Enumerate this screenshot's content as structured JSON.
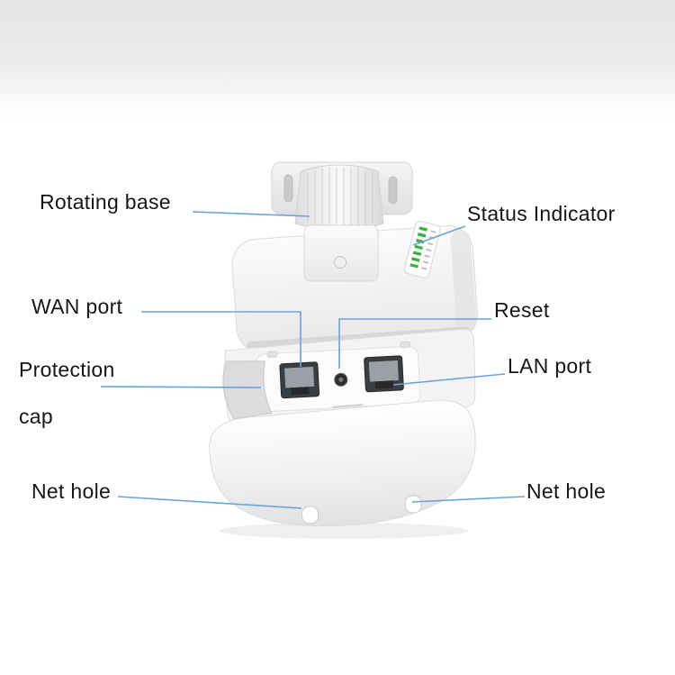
{
  "labels": {
    "rotating_base": "Rotating base",
    "status_indicator": "Status Indicator",
    "wan_port": "WAN port",
    "reset": "Reset",
    "protection_cap": {
      "line1": "Protection",
      "line2": "cap"
    },
    "lan_port": "LAN port",
    "net_hole_left": "Net hole",
    "net_hole_right": "Net hole"
  },
  "colors": {
    "callout_line": "#6aa3d8",
    "label_text": "#161616",
    "led_green": "#3fae49",
    "background_top": "#e5e5e5"
  }
}
